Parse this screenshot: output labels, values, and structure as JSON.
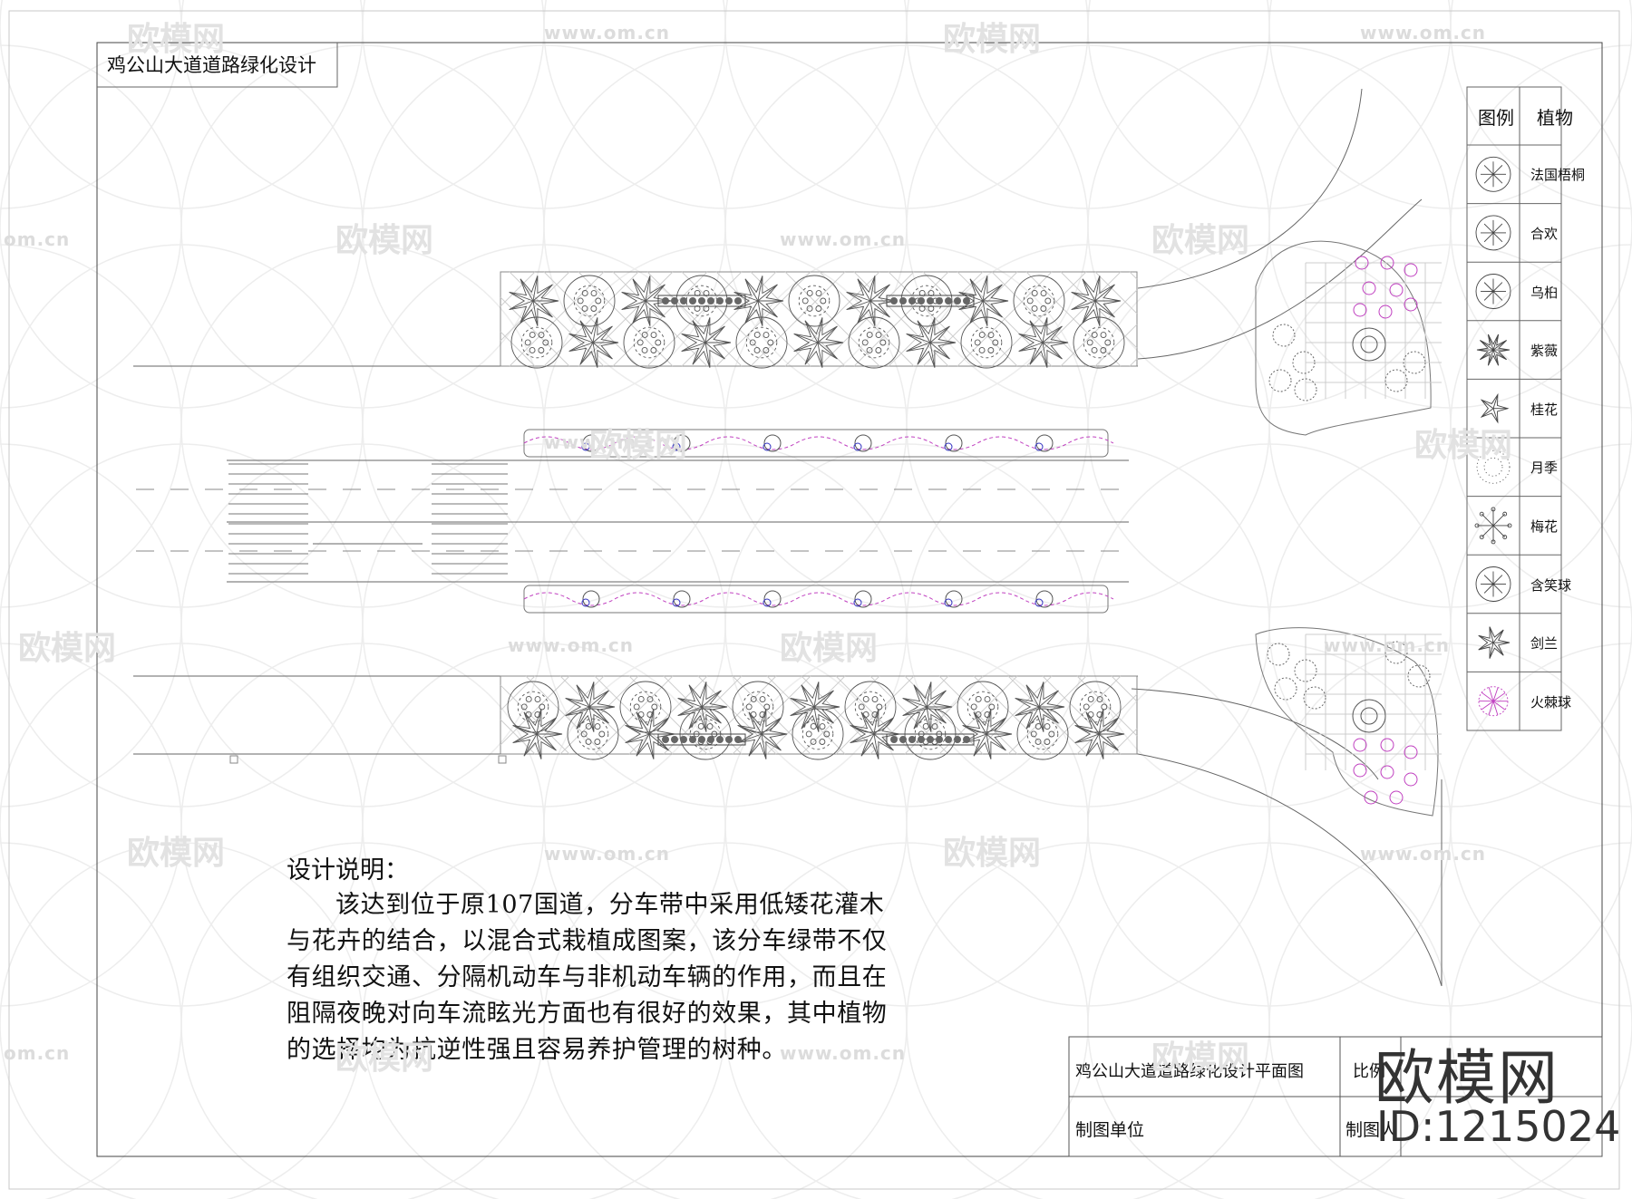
{
  "drawing": {
    "title_top": "鸡公山大道道路绿化设计",
    "notes_heading": "设计说明：",
    "notes_lines": [
      "该达到位于原107国道，分车带中采用低矮花灌木",
      "与花卉的结合，以混合式栽植成图案，该分车绿带不仅",
      "有组织交通、分隔机动车与非机动车辆的作用，而且在",
      "阻隔夜晚对向车流眩光方面也有很好的效果，其中植物",
      "的选择均为抗逆性强且容易养护管理的树种。"
    ]
  },
  "legend": {
    "col_symbol": "图例",
    "col_plant": "植物",
    "items": [
      {
        "label": "法国梧桐",
        "icon": "plane-tree-icon"
      },
      {
        "label": "合欢",
        "icon": "albizia-icon"
      },
      {
        "label": "乌桕",
        "icon": "tallow-tree-icon"
      },
      {
        "label": "紫薇",
        "icon": "crape-myrtle-icon"
      },
      {
        "label": "桂花",
        "icon": "osmanthus-icon"
      },
      {
        "label": "月季",
        "icon": "rose-icon"
      },
      {
        "label": "梅花",
        "icon": "plum-blossom-icon"
      },
      {
        "label": "含笑球",
        "icon": "michelia-ball-icon"
      },
      {
        "label": "剑兰",
        "icon": "gladiolus-icon"
      },
      {
        "label": "火棘球",
        "icon": "firethorn-ball-icon",
        "color": "#c040c0"
      }
    ]
  },
  "title_block": {
    "drawing_name": "鸡公山大道道路绿化设计平面图",
    "scale_label": "比例",
    "unit_label": "制图单位",
    "author_label": "制图人"
  },
  "watermark": {
    "brand": "欧模网",
    "id": "ID:1215024",
    "url": "www.om.cn",
    "url_short": "om.cn"
  },
  "colors": {
    "line": "#555555",
    "accent_flower": "#c040c0",
    "accent_blue": "#3030c0"
  }
}
